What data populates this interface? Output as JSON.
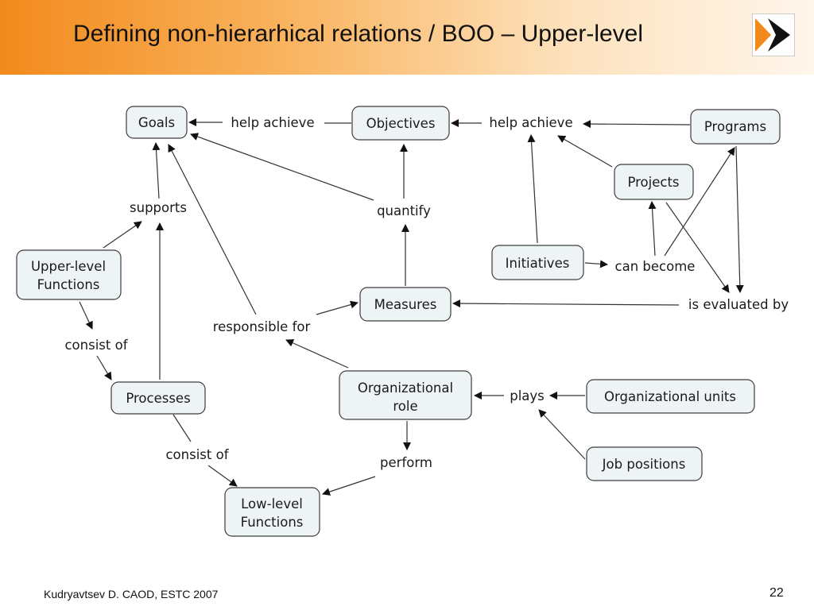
{
  "slide": {
    "title": "Defining non-hierarhical relations / BOO – Upper-level",
    "footer_left": "Kudryavtsev D. CAOD, ESTC 2007",
    "page_number": "22",
    "logo_icon": "double-chevron-logo-icon",
    "accent_color": "#f28a1c"
  },
  "diagram": {
    "concepts": {
      "goals": "Goals",
      "objectives": "Objectives",
      "programs": "Programs",
      "projects": "Projects",
      "upper_level_functions": [
        "Upper-level",
        "Functions"
      ],
      "initiatives": "Initiatives",
      "measures": "Measures",
      "processes": "Processes",
      "organizational_role": [
        "Organizational",
        "role"
      ],
      "organizational_units": "Organizational units",
      "job_positions": "Job positions",
      "low_level_functions": [
        "Low-level",
        "Functions"
      ]
    },
    "links": {
      "help_achieve_1": "help achieve",
      "help_achieve_2": "help achieve",
      "supports": "supports",
      "quantify": "quantify",
      "can_become": "can become",
      "is_evaluated_by": "is evaluated by",
      "responsible_for": "responsible for",
      "consist_of_1": "consist of",
      "consist_of_2": "consist of",
      "plays": "plays",
      "perform": "perform"
    }
  }
}
